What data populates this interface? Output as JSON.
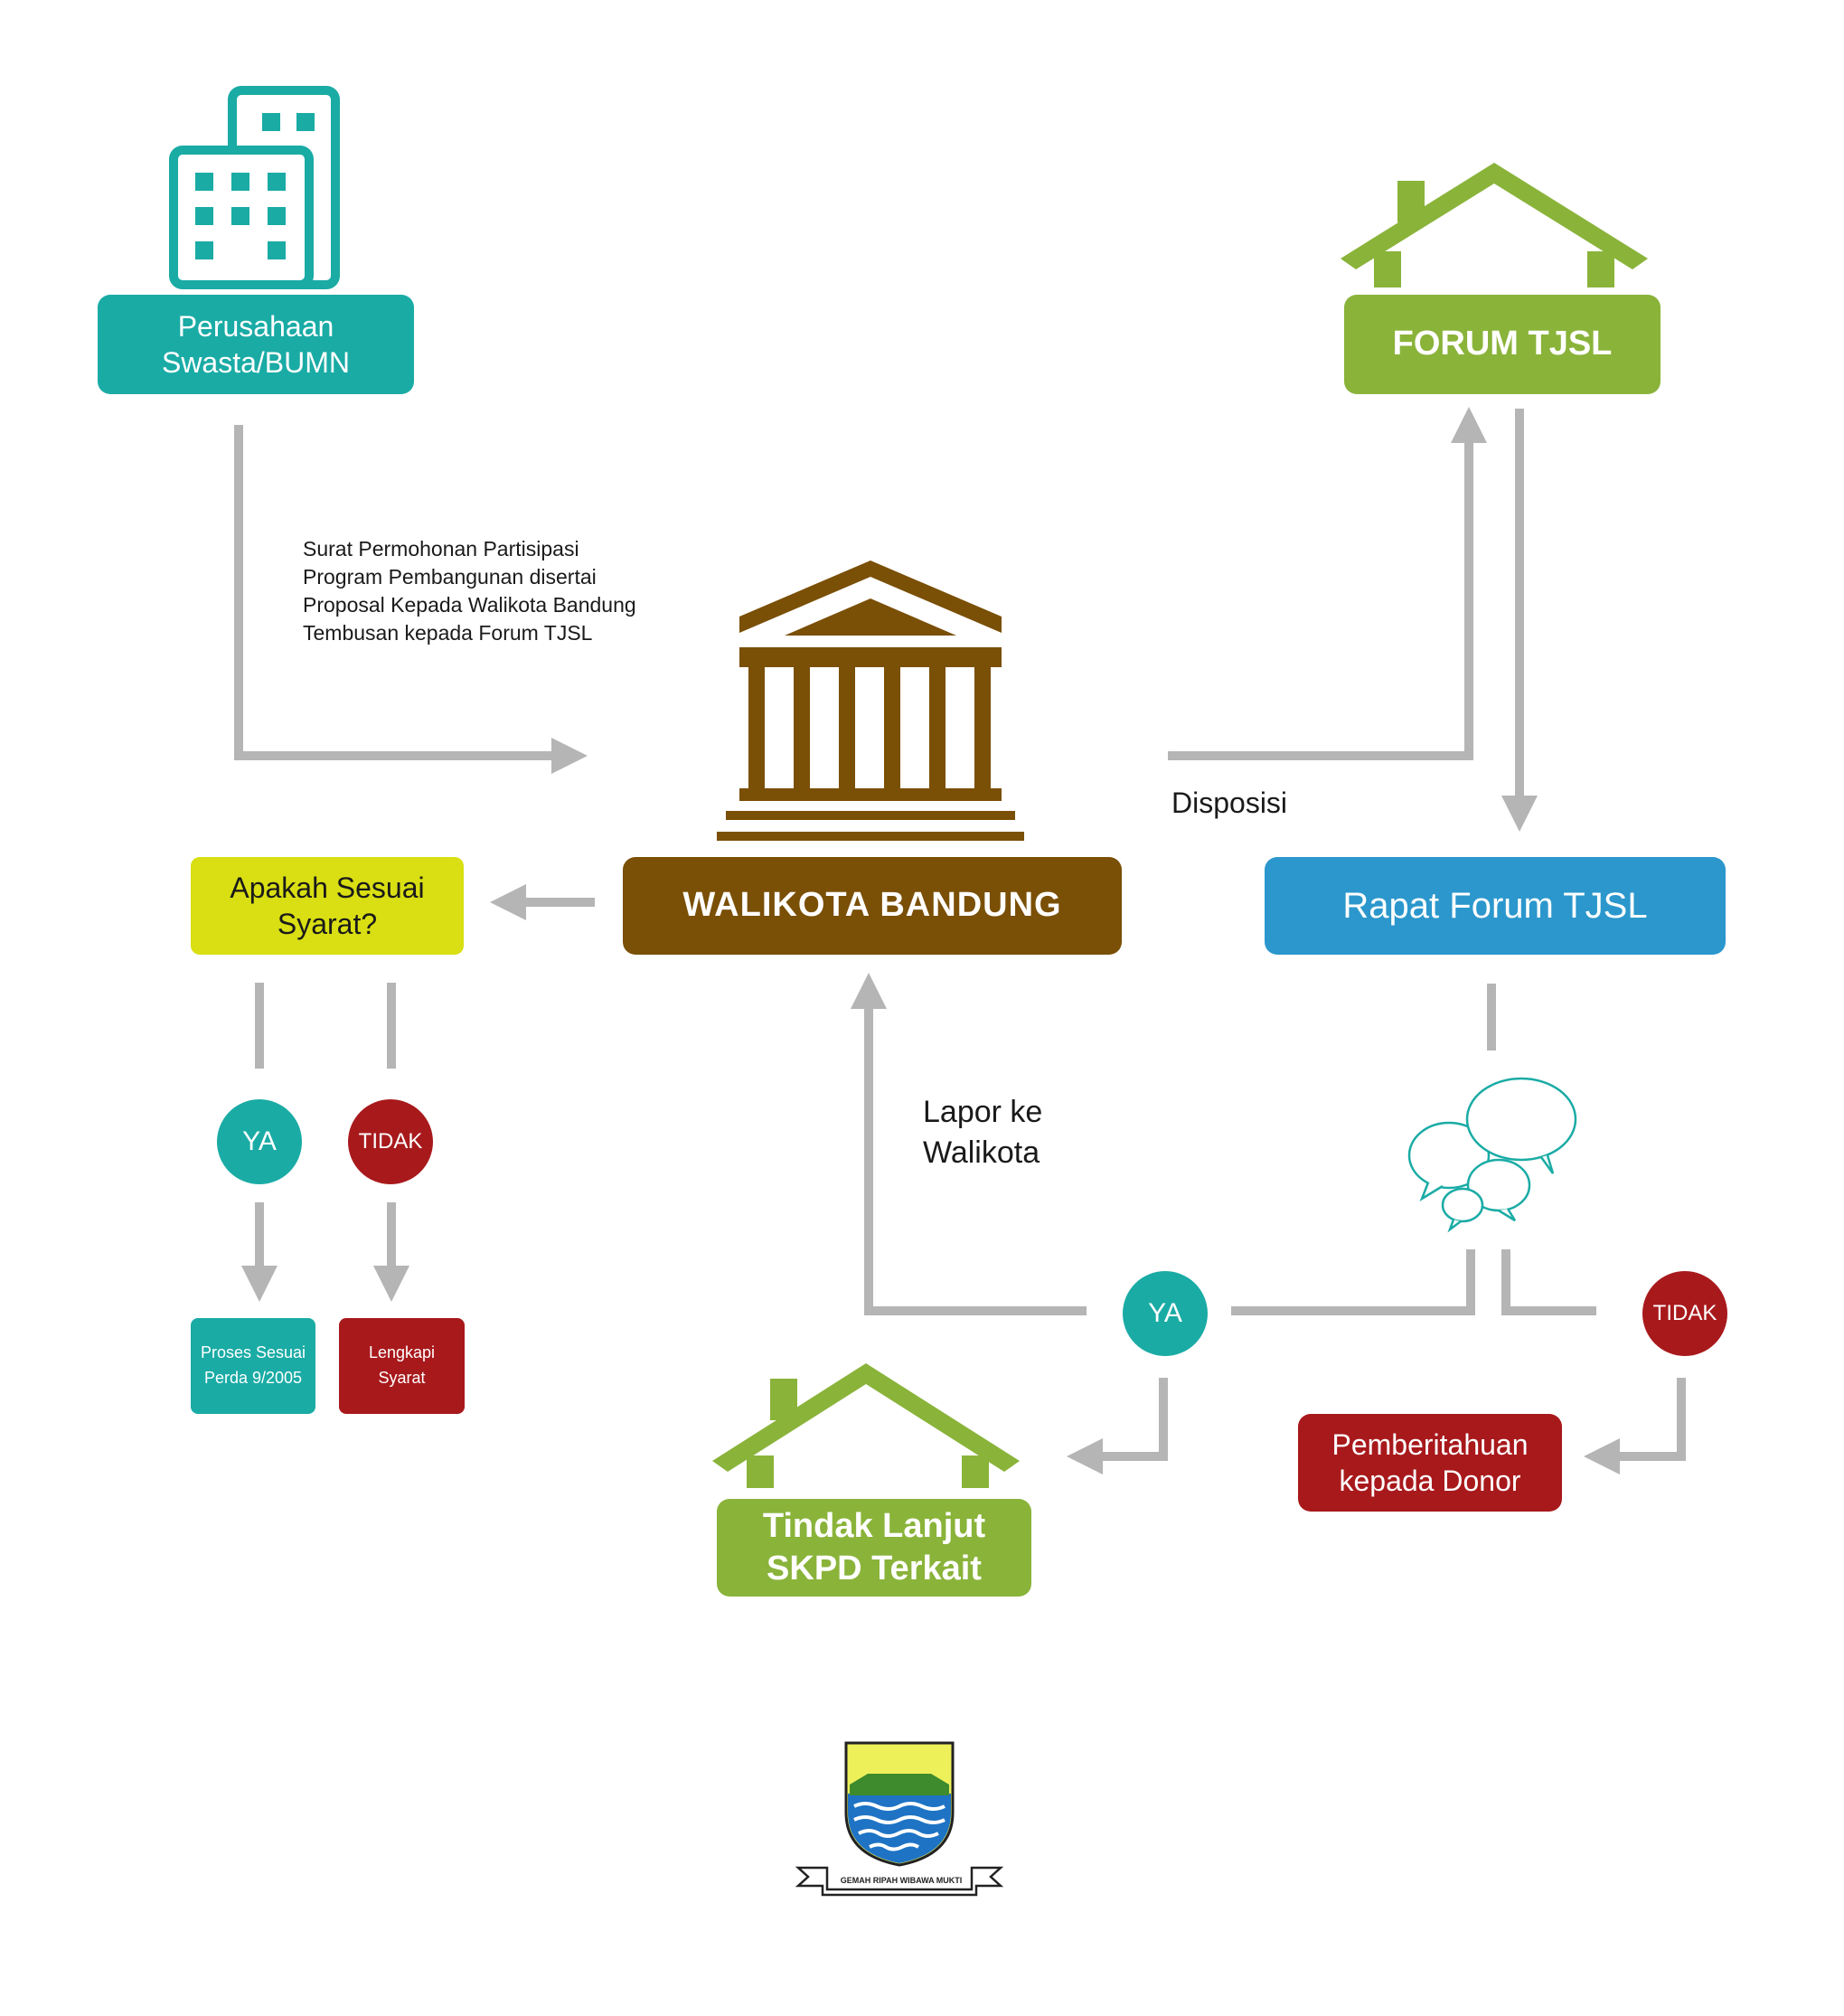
{
  "nodes": {
    "perusahaan": [
      "Perusahaan",
      "Swasta/BUMN"
    ],
    "forum": "FORUM TJSL",
    "walikota": "WALIKOTA BANDUNG",
    "apakah": [
      "Apakah Sesuai",
      "Syarat?"
    ],
    "rapat": "Rapat Forum TJSL",
    "proses": [
      "Proses Sesuai",
      "Perda 9/2005"
    ],
    "lengkapi": [
      "Lengkapi",
      "Syarat"
    ],
    "tindak": [
      "Tindak Lanjut",
      "SKPD Terkait"
    ],
    "pemberitahuan": [
      "Pemberitahuan",
      "kepada Donor"
    ]
  },
  "decisions": {
    "ya_left": "YA",
    "tidak_left": "TIDAK",
    "ya_right": "YA",
    "tidak_right": "TIDAK"
  },
  "labels": {
    "surat": [
      "Surat Permohonan Partisipasi",
      "Program Pembangunan disertai",
      "Proposal Kepada Walikota Bandung",
      "Tembusan kepada Forum TJSL"
    ],
    "disposisi": "Disposisi",
    "lapor": [
      "Lapor ke",
      "Walikota"
    ]
  },
  "logo": {
    "motto": "GEMAH RIPAH WIBAWA MUKTI"
  },
  "colors": {
    "teal": "#1aaba5",
    "green": "#8ab33a",
    "brown": "#7a4f06",
    "yellow": "#d9df12",
    "blue": "#2b97cc",
    "red": "#a8191c",
    "arrow_gray": "#b5b5b5"
  },
  "icons": [
    "office-building-icon",
    "house-icon",
    "government-building-icon",
    "chat-bubbles-icon",
    "city-emblem-icon"
  ]
}
